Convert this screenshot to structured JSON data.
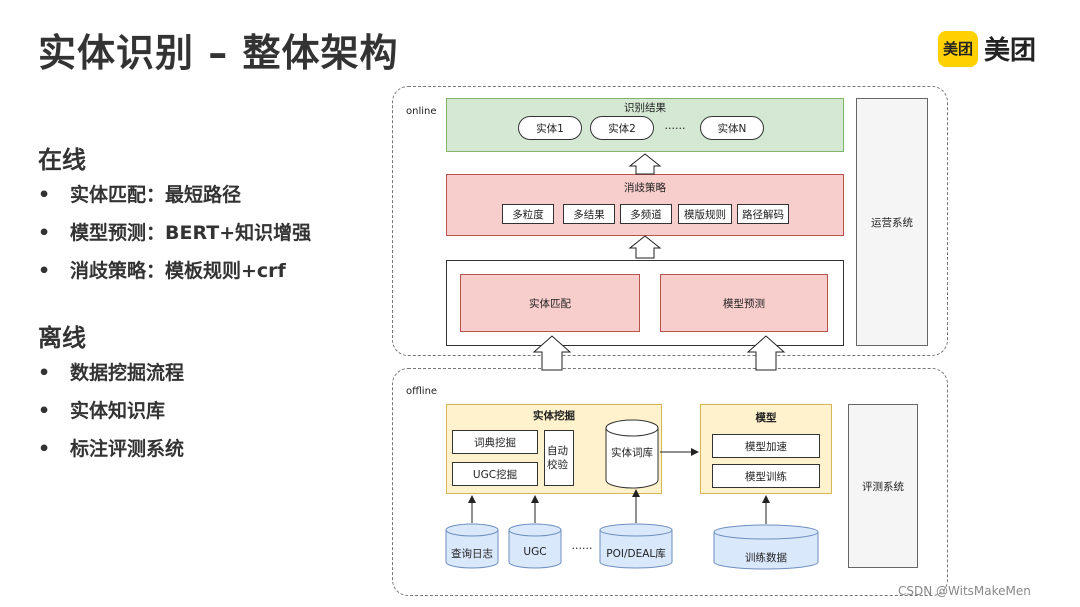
{
  "title": "实体识别 – 整体架构",
  "logo": {
    "mark": "美团",
    "text": "美团"
  },
  "online_section": {
    "heading": "在线",
    "items": [
      "实体匹配：最短路径",
      "模型预测：BERT+知识增强",
      "消歧策略：模板规则+crf"
    ]
  },
  "offline_section": {
    "heading": "离线",
    "items": [
      "数据挖掘流程",
      "实体知识库",
      "标注评测系统"
    ]
  },
  "bullet_symbol": "•",
  "diagram": {
    "online_label": "online",
    "offline_label": "offline",
    "result": {
      "title": "识别结果",
      "entities": [
        "实体1",
        "实体2",
        "……",
        "实体N"
      ]
    },
    "disambiguation": {
      "title": "消歧策略",
      "items": [
        "多粒度",
        "多结果",
        "多频道",
        "模版规则",
        "路径解码"
      ]
    },
    "entity_match": "实体匹配",
    "model_predict": "模型预测",
    "ops_system": "运营系统",
    "mining": {
      "title": "实体挖掘",
      "dict": "词典挖掘",
      "ugc": "UGC挖掘",
      "auto_check": "自动校验",
      "entity_lib": "实体词库"
    },
    "model": {
      "title": "模型",
      "accel": "模型加速",
      "train": "模型训练"
    },
    "eval_system": "评测系统",
    "sources": [
      "查询日志",
      "UGC",
      "……",
      "POI/DEAL库"
    ],
    "training_data": "训练数据"
  },
  "colors": {
    "green": "#d5e8d4",
    "red": "#f8cecc",
    "yellow": "#fff2cc",
    "blue": "#dae8fc"
  },
  "watermark": "CSDN @WitsMakeMen"
}
